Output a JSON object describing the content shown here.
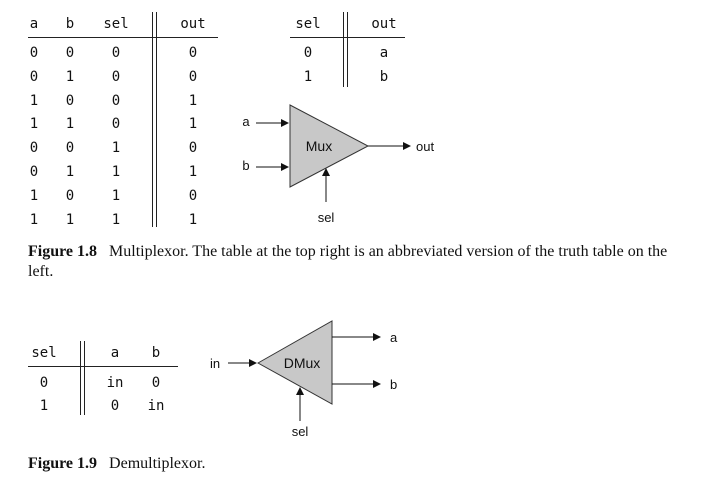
{
  "truth_table": {
    "headers": [
      "a",
      "b",
      "sel",
      "out"
    ],
    "rows": [
      [
        "0",
        "0",
        "0",
        "0"
      ],
      [
        "0",
        "1",
        "0",
        "0"
      ],
      [
        "1",
        "0",
        "0",
        "1"
      ],
      [
        "1",
        "1",
        "0",
        "1"
      ],
      [
        "0",
        "0",
        "1",
        "0"
      ],
      [
        "0",
        "1",
        "1",
        "1"
      ],
      [
        "1",
        "0",
        "1",
        "0"
      ],
      [
        "1",
        "1",
        "1",
        "1"
      ]
    ]
  },
  "abbrev_table": {
    "headers": [
      "sel",
      "out"
    ],
    "rows": [
      [
        "0",
        "a"
      ],
      [
        "1",
        "b"
      ]
    ]
  },
  "mux_diagram": {
    "input_a": "a",
    "input_b": "b",
    "chip_label": "Mux",
    "output": "out",
    "select": "sel",
    "fill_color": "#c8c8c8"
  },
  "figure_1_8": {
    "label": "Figure 1.8",
    "text": "Multiplexor. The table at the top right is an abbreviated version of the truth table on the left."
  },
  "dmux_table": {
    "headers": [
      "sel",
      "a",
      "b"
    ],
    "rows": [
      [
        "0",
        "in",
        "0"
      ],
      [
        "1",
        "0",
        "in"
      ]
    ]
  },
  "dmux_diagram": {
    "input": "in",
    "chip_label": "DMux",
    "output_a": "a",
    "output_b": "b",
    "select": "sel",
    "fill_color": "#c8c8c8"
  },
  "figure_1_9": {
    "label": "Figure 1.9",
    "text": "Demultiplexor."
  }
}
